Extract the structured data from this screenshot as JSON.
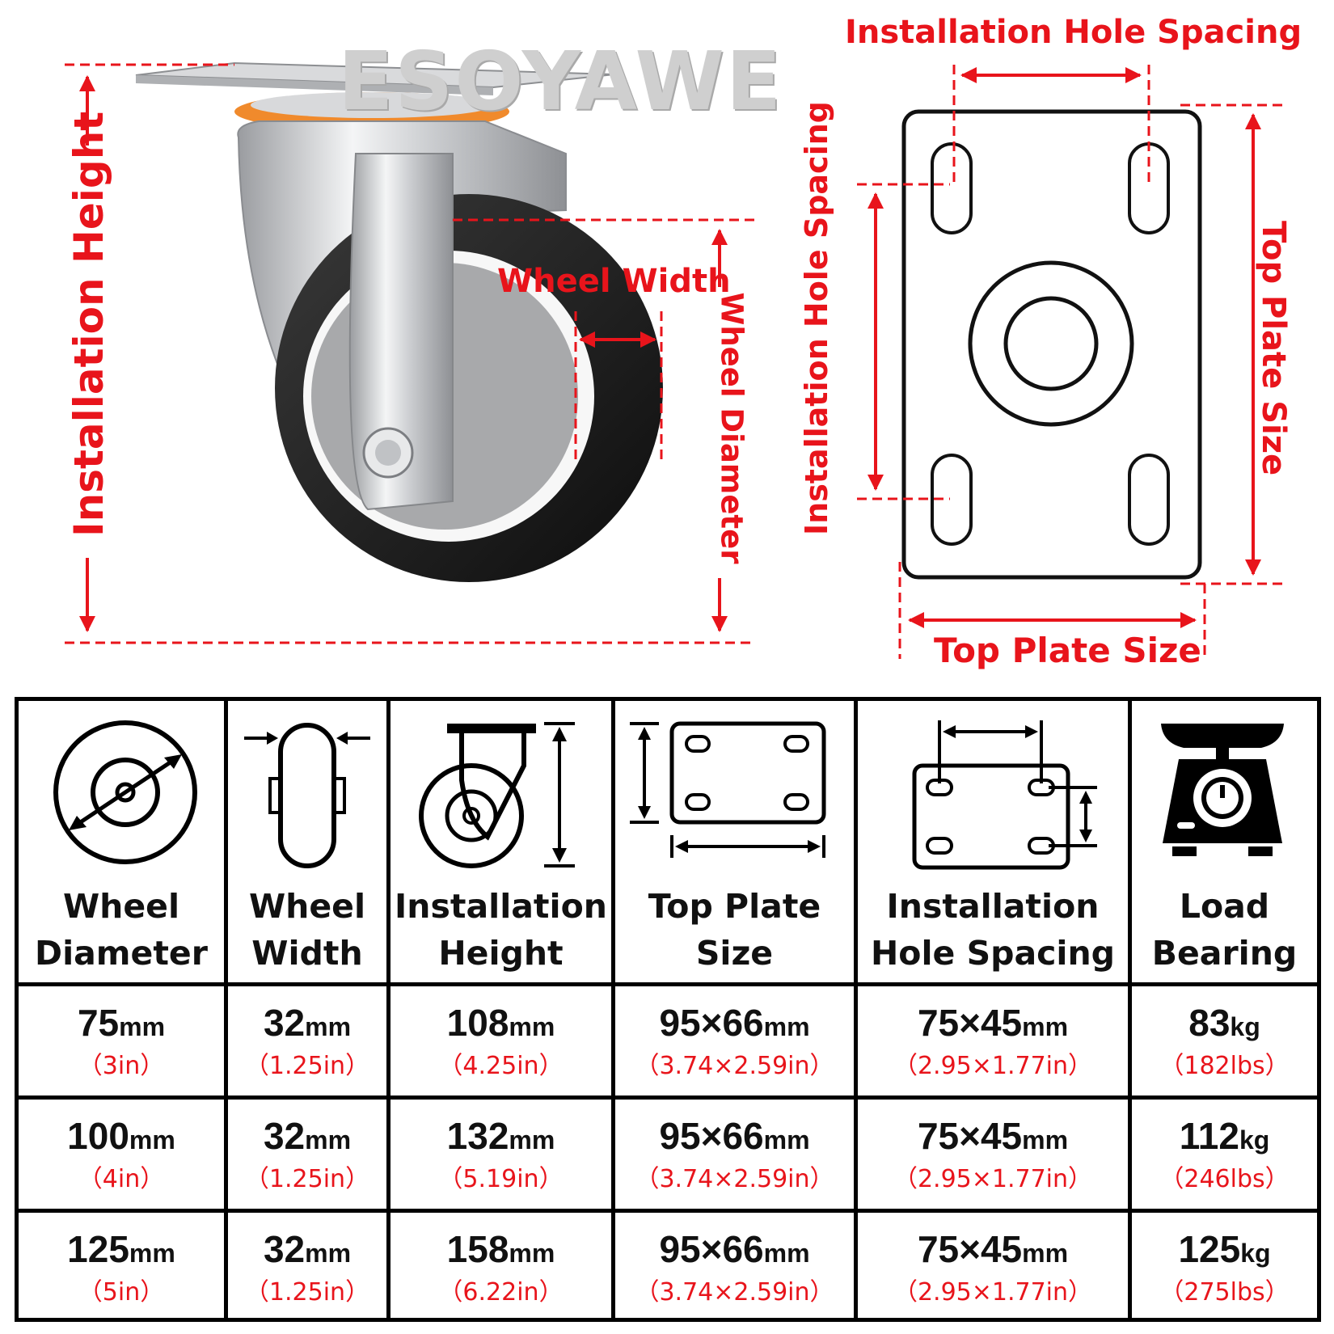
{
  "watermark": "ESOYAWE",
  "diagram_labels": {
    "installation_height": "Installation Height",
    "wheel_width": "Wheel Width",
    "wheel_diameter": "Wheel Diameter",
    "installation_hole_spacing_top": "Installation Hole Spacing",
    "installation_hole_spacing_side": "Installation Hole Spacing",
    "top_plate_size_right": "Top Plate Size",
    "top_plate_size_bottom": "Top Plate Size"
  },
  "table": {
    "headers": [
      {
        "line1": "Wheel",
        "line2": "Diameter",
        "icon": "wheel-diameter-icon"
      },
      {
        "line1": "Wheel",
        "line2": "Width",
        "icon": "wheel-width-icon"
      },
      {
        "line1": "Installation",
        "line2": "Height",
        "icon": "installation-height-icon"
      },
      {
        "line1": "Top Plate",
        "line2": "Size",
        "icon": "top-plate-size-icon"
      },
      {
        "line1": "Installation",
        "line2": "Hole Spacing",
        "icon": "hole-spacing-icon"
      },
      {
        "line1": "Load",
        "line2": "Bearing",
        "icon": "scale-icon"
      }
    ],
    "rows": [
      [
        {
          "value": "75",
          "unit": "mm",
          "sub": "（3in）"
        },
        {
          "value": "32",
          "unit": "mm",
          "sub": "（1.25in）"
        },
        {
          "value": "108",
          "unit": "mm",
          "sub": "（4.25in）"
        },
        {
          "value": "95×66",
          "unit": "mm",
          "sub": "（3.74×2.59in）"
        },
        {
          "value": "75×45",
          "unit": "mm",
          "sub": "（2.95×1.77in）"
        },
        {
          "value": "83",
          "unit": "kg",
          "sub": "（182lbs）"
        }
      ],
      [
        {
          "value": "100",
          "unit": "mm",
          "sub": "（4in）"
        },
        {
          "value": "32",
          "unit": "mm",
          "sub": "（1.25in）"
        },
        {
          "value": "132",
          "unit": "mm",
          "sub": "（5.19in）"
        },
        {
          "value": "95×66",
          "unit": "mm",
          "sub": "（3.74×2.59in）"
        },
        {
          "value": "75×45",
          "unit": "mm",
          "sub": "（2.95×1.77in）"
        },
        {
          "value": "112",
          "unit": "kg",
          "sub": "（246lbs）"
        }
      ],
      [
        {
          "value": "125",
          "unit": "mm",
          "sub": "（5in）"
        },
        {
          "value": "32",
          "unit": "mm",
          "sub": "（1.25in）"
        },
        {
          "value": "158",
          "unit": "mm",
          "sub": "（6.22in）"
        },
        {
          "value": "95×66",
          "unit": "mm",
          "sub": "（3.74×2.59in）"
        },
        {
          "value": "75×45",
          "unit": "mm",
          "sub": "（2.95×1.77in）"
        },
        {
          "value": "125",
          "unit": "kg",
          "sub": "（275lbs）"
        }
      ]
    ]
  },
  "colors": {
    "accent": "#e8141b",
    "text": "#111111",
    "orange_ring": "#f08a2c"
  }
}
